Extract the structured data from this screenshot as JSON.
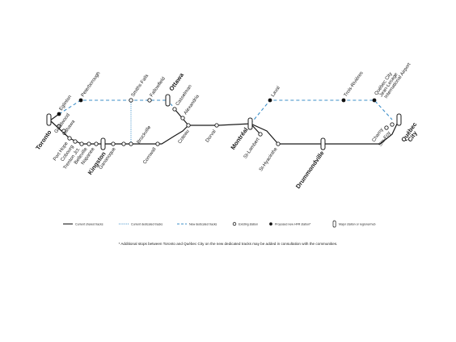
{
  "colors": {
    "shared": "#1a1a1a",
    "dedicated": "#3d8fc9",
    "proposed_fill": "#111111"
  },
  "stations": {
    "toronto": "Toronto",
    "eglinton": "Eglinton",
    "peterborough": "Peterborough",
    "guildwood": "Guildwood",
    "oshawa": "Oshawa",
    "port_hope": "Port Hope",
    "cobourg": "Cobourg",
    "trenton": "Trenton Jct.",
    "belleville": "Belleville",
    "napanee": "Napanee",
    "kingston": "Kingston",
    "gananoque": "Gananoque",
    "brockville": "Brockville",
    "smiths_falls": "Smiths Falls",
    "fallowfield": "Fallowfield",
    "ottawa": "Ottawa",
    "casselman": "Casselman",
    "alexandria": "Alexandria",
    "cornwall": "Cornwall",
    "coteau": "Coteau",
    "dorval": "Dorval",
    "montreal": "Montréal",
    "laval": "Laval",
    "st_lambert": "St-Lambert",
    "st_hyacinthe": "St-Hyacinthe",
    "drummondville": "Drummondville",
    "trois_rivieres": "Trois-Rivières",
    "quebec_airport": "Québec City Jean-Lesage International Airport",
    "quebec_airport_l1": "Québec City",
    "quebec_airport_l2": "Jean-Lesage",
    "quebec_airport_l3": "International Airport",
    "charny": "Charny",
    "ste_foy": "Ste-Foy",
    "quebec_city_l1": "Québec",
    "quebec_city_l2": "City"
  },
  "legend": {
    "current_shared": "Current shared tracks",
    "current_dedicated": "Current dedicated tracks",
    "new_dedicated": "New dedicated tracks",
    "existing_station": "Existing station",
    "proposed_station": "Proposed new HFR station*",
    "major_station": "Major station or regional hub"
  },
  "footnote": "* Additional stops between Toronto and Québec City on the new dedicated tracks may be added in consultation with the communities."
}
